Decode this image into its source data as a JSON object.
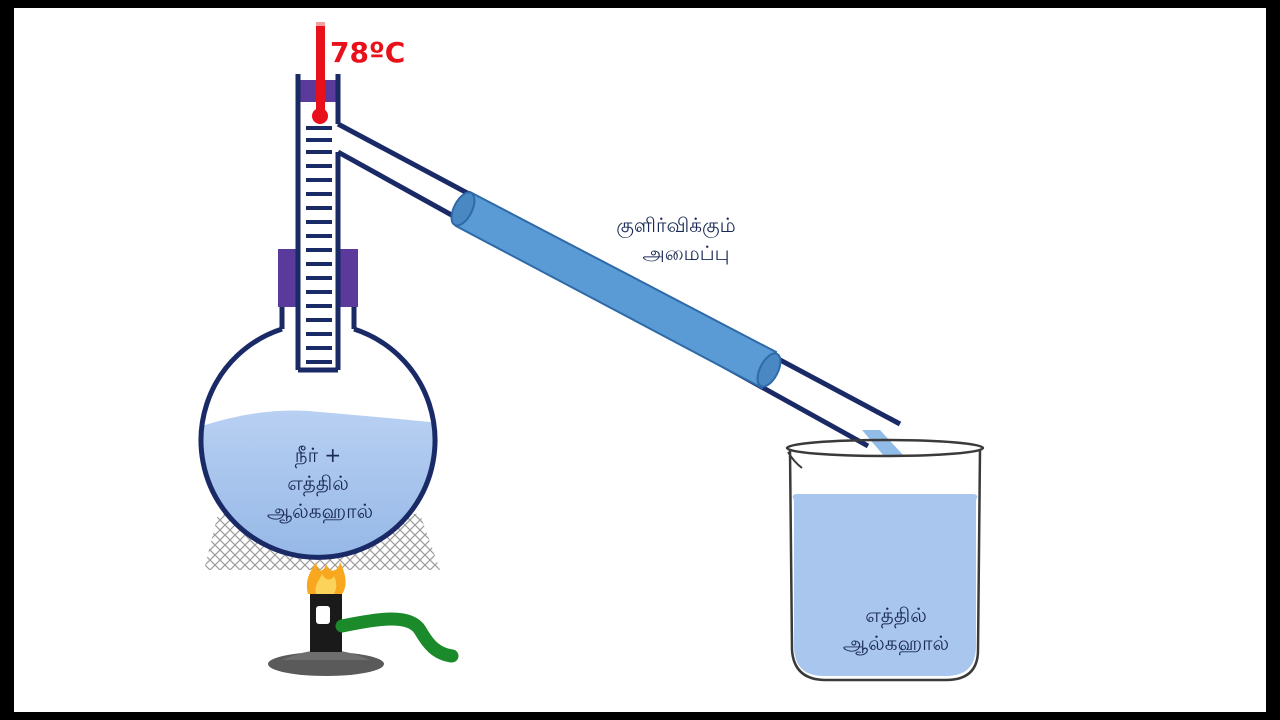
{
  "temperature": "78ºC",
  "condenser_label": [
    "குளிர்விக்கும்",
    "அமைப்பு"
  ],
  "flask_label": [
    "நீர் +",
    "எத்தில்",
    "ஆல்கஹால்"
  ],
  "beaker_label": [
    "எத்தில்",
    "ஆல்கஹால்"
  ],
  "colors": {
    "glass_outline": "#1a2a66",
    "liquid": "#a9c6ee",
    "condenser": "#5b9bd5",
    "clamp": "#5a3a9a",
    "thermometer": "#e8101a",
    "hose": "#1a8a2a",
    "flame": "#f7a81e"
  }
}
